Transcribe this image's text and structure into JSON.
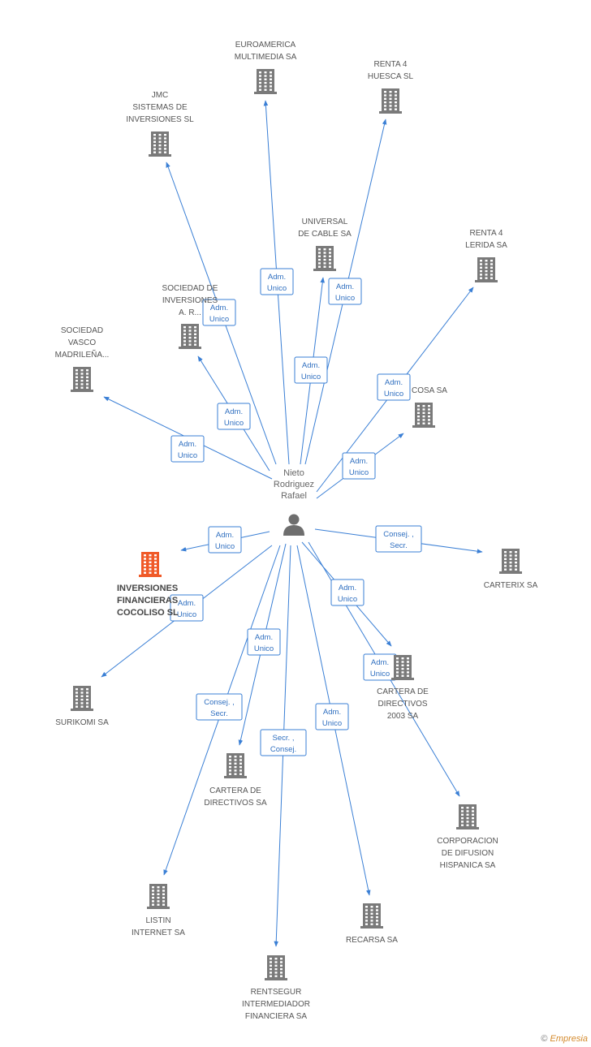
{
  "person": {
    "lines": [
      "Nieto",
      "Rodriguez",
      "Rafael"
    ]
  },
  "nodes": [
    {
      "id": "euroamerica",
      "lines": [
        "EUROAMERICA",
        "MULTIMEDIA SA"
      ],
      "color": "#7a7a7a",
      "main": false
    },
    {
      "id": "renta4-huesca",
      "lines": [
        "RENTA 4",
        "HUESCA SL"
      ],
      "color": "#7a7a7a",
      "main": false
    },
    {
      "id": "jmc",
      "lines": [
        "JMC",
        "SISTEMAS DE",
        "INVERSIONES SL"
      ],
      "color": "#7a7a7a",
      "main": false
    },
    {
      "id": "universal-cable",
      "lines": [
        "UNIVERSAL",
        "DE CABLE SA"
      ],
      "color": "#7a7a7a",
      "main": false
    },
    {
      "id": "renta4-lerida",
      "lines": [
        "RENTA 4",
        "LERIDA SA"
      ],
      "color": "#7a7a7a",
      "main": false
    },
    {
      "id": "sociedad-inversiones",
      "lines": [
        "SOCIEDAD DE",
        "INVERSIONES",
        "A. R..."
      ],
      "color": "#7a7a7a",
      "main": false
    },
    {
      "id": "sociedad-vasco",
      "lines": [
        "SOCIEDAD",
        "VASCO",
        "MADRILEÑA..."
      ],
      "color": "#7a7a7a",
      "main": false
    },
    {
      "id": "cosa",
      "lines": [
        "COSA SA"
      ],
      "color": "#7a7a7a",
      "main": false
    },
    {
      "id": "inversiones-cocoliso",
      "lines": [
        "INVERSIONES",
        "FINANCIERAS",
        "COCOLISO SL"
      ],
      "color": "#f05a28",
      "main": true
    },
    {
      "id": "carterix",
      "lines": [
        "CARTERIX SA"
      ],
      "color": "#7a7a7a",
      "main": false
    },
    {
      "id": "surikomi",
      "lines": [
        "SURIKOMI SA"
      ],
      "color": "#7a7a7a",
      "main": false
    },
    {
      "id": "cartera-directivos-2003",
      "lines": [
        "CARTERA DE",
        "DIRECTIVOS",
        "2003 SA"
      ],
      "color": "#7a7a7a",
      "main": false
    },
    {
      "id": "cartera-directivos",
      "lines": [
        "CARTERA DE",
        "DIRECTIVOS SA"
      ],
      "color": "#7a7a7a",
      "main": false
    },
    {
      "id": "corporacion-difusion",
      "lines": [
        "CORPORACION",
        "DE DIFUSION",
        "HISPANICA SA"
      ],
      "color": "#7a7a7a",
      "main": false
    },
    {
      "id": "listin",
      "lines": [
        "LISTIN",
        "INTERNET SA"
      ],
      "color": "#7a7a7a",
      "main": false
    },
    {
      "id": "recarsa",
      "lines": [
        "RECARSA SA"
      ],
      "color": "#7a7a7a",
      "main": false
    },
    {
      "id": "rentseguro",
      "lines": [
        "RENTSEGUR",
        "INTERMEDIADOR",
        "FINANCIERA SA"
      ],
      "color": "#7a7a7a",
      "main": false
    }
  ],
  "edges": [
    {
      "target": "euroamerica",
      "label": [
        "Adm.",
        "Unico"
      ]
    },
    {
      "target": "renta4-huesca",
      "label": [
        "Adm.",
        "Unico"
      ]
    },
    {
      "target": "jmc",
      "label": [
        "Adm.",
        "Unico"
      ]
    },
    {
      "target": "universal-cable",
      "label": [
        "Adm.",
        "Unico"
      ]
    },
    {
      "target": "renta4-lerida",
      "label": [
        "Adm.",
        "Unico"
      ]
    },
    {
      "target": "sociedad-inversiones",
      "label": [
        "Adm.",
        "Unico"
      ]
    },
    {
      "target": "sociedad-vasco",
      "label": [
        "Adm.",
        "Unico"
      ]
    },
    {
      "target": "cosa",
      "label": [
        "Adm.",
        "Unico"
      ]
    },
    {
      "target": "inversiones-cocoliso",
      "label": [
        "Adm.",
        "Unico"
      ]
    },
    {
      "target": "carterix",
      "label": [
        "Consej. ,",
        "Secr."
      ]
    },
    {
      "target": "surikomi",
      "label": [
        "Adm.",
        "Unico"
      ]
    },
    {
      "target": "cartera-directivos-2003",
      "label": [
        "Adm.",
        "Unico"
      ]
    },
    {
      "target": "cartera-directivos",
      "label": [
        "Adm.",
        "Unico"
      ]
    },
    {
      "target": "corporacion-difusion",
      "label": [
        "Adm.",
        "Unico"
      ]
    },
    {
      "target": "listin",
      "label": [
        "Consej. ,",
        "Secr."
      ]
    },
    {
      "target": "recarsa",
      "label": [
        "Adm.",
        "Unico"
      ]
    },
    {
      "target": "rentseguro",
      "label": [
        "Secr. ,",
        "Consej."
      ]
    }
  ],
  "credit": {
    "symbol": "©",
    "brand": "Empresia"
  }
}
